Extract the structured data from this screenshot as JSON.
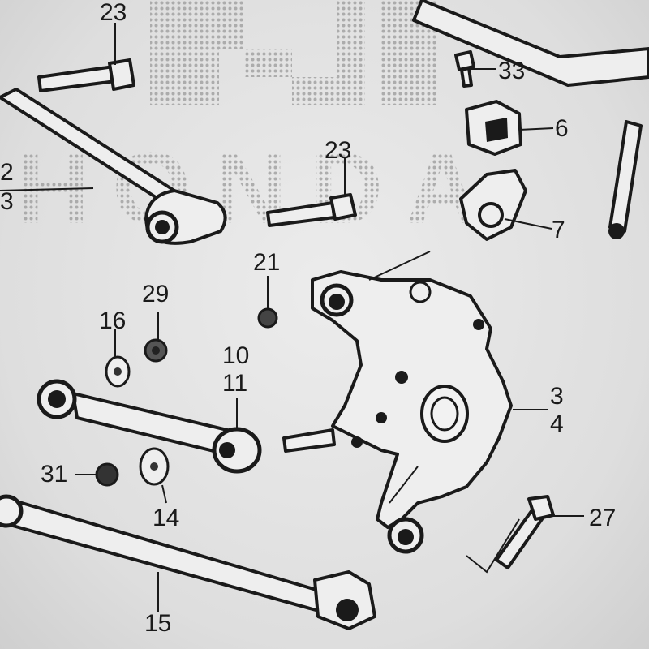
{
  "diagram": {
    "watermark": "HONDA",
    "callouts": {
      "c23a": "23",
      "c23b": "23",
      "c33": "33",
      "c6": "6",
      "c7": "7",
      "c2": "2",
      "c3left": "3",
      "c21": "21",
      "c29": "29",
      "c16": "16",
      "c10": "10",
      "c11": "11",
      "c3right": "3",
      "c4": "4",
      "c31": "31",
      "c14": "14",
      "c27": "27",
      "c15": "15"
    }
  }
}
